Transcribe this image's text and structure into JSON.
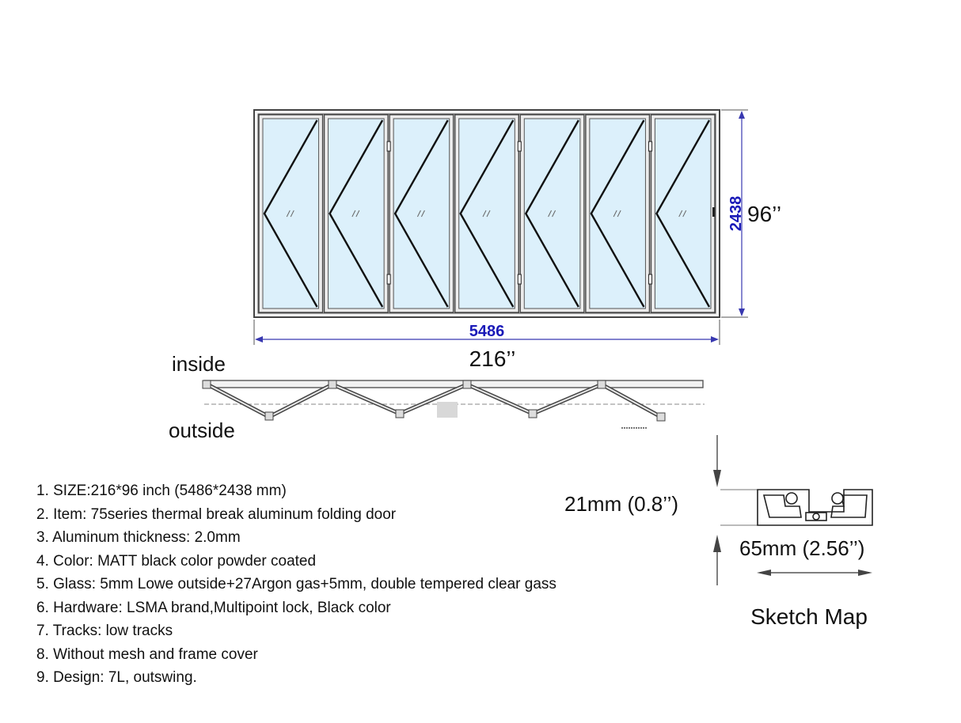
{
  "front_view": {
    "width_mm": "5486",
    "height_mm": "2438",
    "width_in": "216’’",
    "height_in": "96’’",
    "dim_color": "#1a1ab8",
    "panel_count": 7
  },
  "plan_view": {
    "inside_label": "inside",
    "outside_label": "outside"
  },
  "profile": {
    "height_label": "21mm (0.8’’)",
    "width_label": "65mm (2.56’’)",
    "caption": "Sketch Map"
  },
  "specs": [
    "1. SIZE:216*96 inch (5486*2438 mm)",
    "2. Item: 75series thermal break aluminum folding door",
    "3. Aluminum thickness: 2.0mm",
    "4. Color: MATT black color powder coated",
    "5. Glass: 5mm Lowe outside+27Argon gas+5mm, double tempered clear gass",
    "6. Hardware: LSMA brand,Multipoint lock, Black color",
    "7. Tracks: low tracks",
    "8. Without mesh and frame cover",
    "9. Design: 7L, outswing."
  ]
}
